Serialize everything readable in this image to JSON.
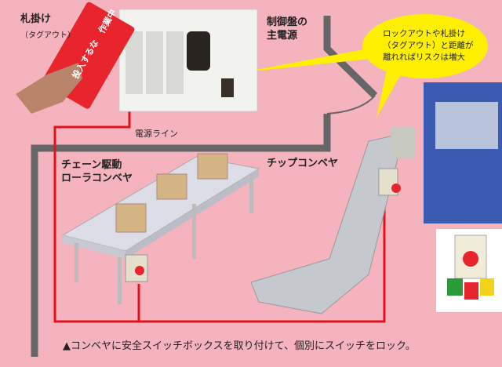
{
  "labels": {
    "tag_title": "札掛け",
    "tag_sub": "（タグアウト）",
    "panel": [
      "制御盤の",
      "主電源"
    ],
    "power_line": "電源ライン",
    "roller_conveyor": [
      "チェーン駆動",
      "ローラコンベヤ"
    ],
    "chip_conveyor": "チップコンベヤ"
  },
  "tag_card": {
    "lines": [
      "投入するな",
      "作業中"
    ],
    "color": "#e8242c"
  },
  "bubble": {
    "lines": [
      "ロックアウトや札掛け",
      "（タグアウト）と距離が",
      "離れればリスクは増大"
    ],
    "color": "#fff000"
  },
  "caption": "▲コンベヤに安全スイッチボックスを取り付けて、個別にスイッチをロック。",
  "colors": {
    "background": "#f4b3bd",
    "wall": "#666666",
    "power_line": "#e0141e"
  }
}
